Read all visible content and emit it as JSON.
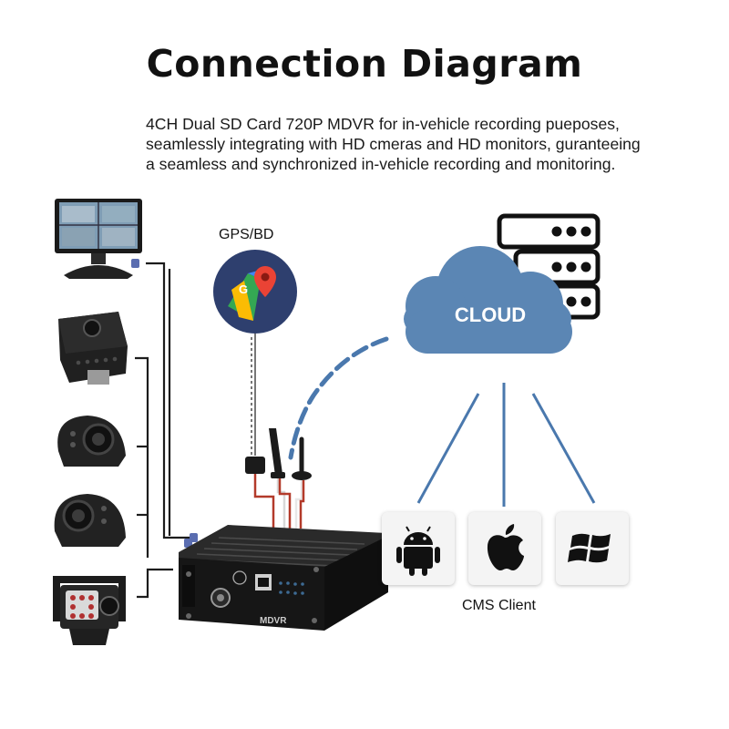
{
  "header": {
    "title": "Connection Diagram",
    "description": [
      "4CH Dual SD Card 720P MDVR for in-vehicle recording pueposes,",
      "seamlessly integrating with HD cmeras and HD monitors, guranteeing",
      "a seamless and synchronized in-vehicle recording and monitoring."
    ]
  },
  "labels": {
    "gps": "GPS/BD",
    "cloud": "CLOUD",
    "cms_client": "CMS Client",
    "mdvr": "MDVR"
  },
  "clients": [
    {
      "name": "android",
      "icon": "android-icon"
    },
    {
      "name": "apple",
      "icon": "apple-icon"
    },
    {
      "name": "windows",
      "icon": "windows-icon"
    }
  ],
  "colors": {
    "cloud": "#5b86b4",
    "line_blue": "#4a78ad",
    "dashed_link": "#4a78ad",
    "device": "#1c1c1c",
    "red_wire": "#b33a2a"
  }
}
